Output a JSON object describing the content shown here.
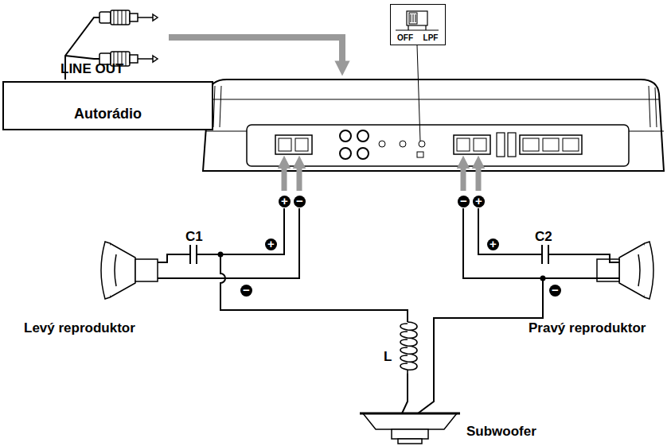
{
  "diagram": {
    "nodes": [
      {
        "text": [
          "Autorádio"
        ]
      },
      {
        "text": [
          "OFF",
          "LPF"
        ]
      }
    ],
    "labels": [
      "LINE OUT",
      "C1",
      "C2",
      "L",
      "Levý reproduktor",
      "Pravý reproduktor",
      "Subwoofer",
      "+",
      "−",
      "−",
      "+",
      "+",
      "−",
      "+",
      "−"
    ]
  }
}
